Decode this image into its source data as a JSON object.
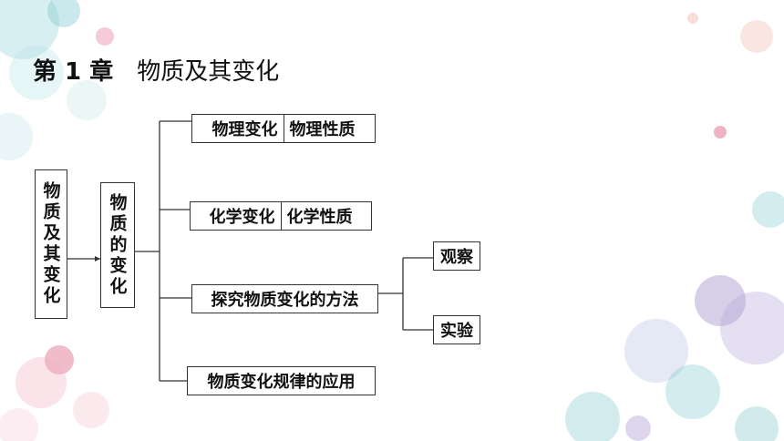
{
  "slide": {
    "chapter": "第 1 章",
    "title": "物质及其变化"
  },
  "diagram": {
    "root": "物质及其变化",
    "level1": "物质的变化",
    "branches": [
      {
        "left": "物理变化",
        "right": "物理性质"
      },
      {
        "left": "化学变化",
        "right": "化学性质"
      },
      {
        "label": "探究物质变化的方法",
        "children": [
          "观察",
          "实验"
        ]
      },
      {
        "label": "物质变化规律的应用"
      }
    ]
  },
  "colors": {
    "accent_teal": "#5fb9c4",
    "accent_pink": "#e06a8a",
    "accent_purple": "#9a86c3",
    "line": "#333333"
  }
}
